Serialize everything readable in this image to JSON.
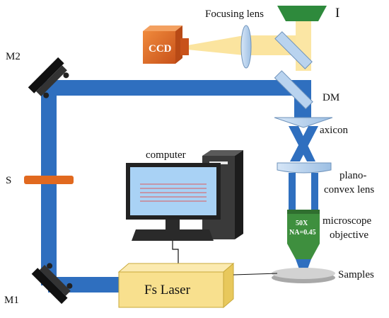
{
  "labels": {
    "focusing_lens": "Focusing lens",
    "image_plane": "I",
    "ccd": "CCD",
    "dm": "DM",
    "axicon": "axicon",
    "plano_convex_line1": "plano-",
    "plano_convex_line2": "convex lens",
    "microscope_line1": "microscope",
    "microscope_line2": "objective",
    "objective_mag": "50X",
    "objective_na": "NA=0.45",
    "samples": "Samples",
    "computer": "computer",
    "fs_laser": "Fs Laser",
    "mirror_m1": "M1",
    "mirror_m2": "M2",
    "element_s": "S"
  },
  "colors": {
    "beam": "#2f6fbf",
    "beam_edge": "#1f5aa8",
    "imaging_light": "#fbe39a",
    "ccd_body": "#e1691f",
    "lens_fill": "#b9d3ef",
    "lens_edge": "#6f93bb",
    "objective_green": "#3e8f3e",
    "laser_box": "#f8e08e",
    "image_plane_green": "#2e8a3c",
    "monitor_screen": "#a9d2f5",
    "sample_gray": "#c8c8c8"
  }
}
